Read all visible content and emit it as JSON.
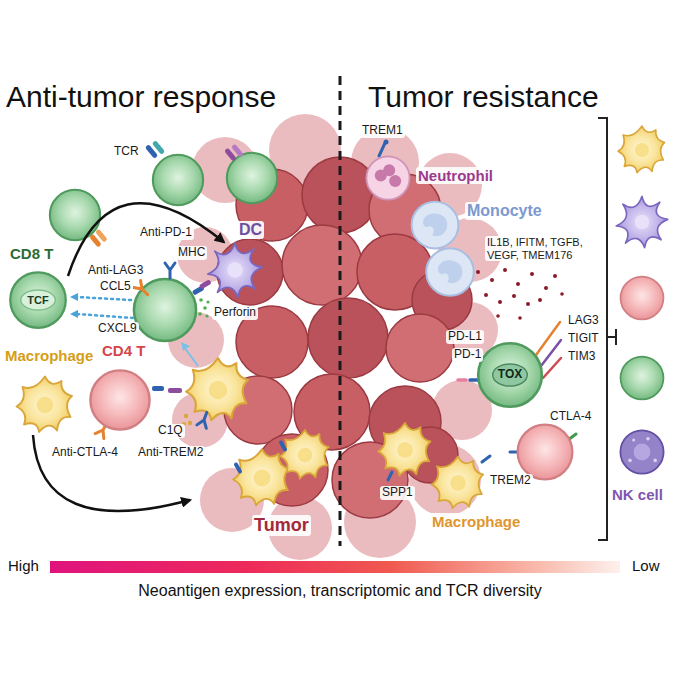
{
  "diagram": {
    "nodes": [
      {
        "text": [
          "CD8 T"
        ]
      },
      {
        "text": [
          "TCF"
        ],
        "in": 0
      },
      {
        "text": [
          "DC"
        ]
      },
      {
        "text": [
          "Macrophage"
        ]
      },
      {
        "text": [
          "CD4 T"
        ]
      },
      {
        "text": [
          "Tumor"
        ]
      },
      {
        "text": [
          "Neutrophil"
        ]
      },
      {
        "text": [
          "Monocyte"
        ]
      },
      {
        "text": [
          "TOX"
        ]
      },
      {
        "text": [
          "Macrophage"
        ]
      },
      {
        "text": [
          "NK cell"
        ]
      }
    ],
    "edges": [
      {
        "from": 0,
        "to": 2,
        "arrow": "to"
      },
      {
        "from": 3,
        "to": 5,
        "arrow": "to"
      }
    ],
    "labels": [
      "Anti-tumor response",
      "Tumor resistance",
      "TREM1",
      "TCR",
      "MHC",
      "Anti-PD-1",
      "Anti-LAG3",
      "IL1B, IFITM, TGFB, VEGF, TMEM176",
      "CCL5",
      "Perforin",
      "CXCL9",
      "PD-L1",
      "LAG3",
      "PD-1",
      "TIGIT",
      "TIM3",
      "CTLA-4",
      "C1Q",
      "Anti-TREM2",
      "Anti-CTLA-4",
      "TREM2",
      "SPP1",
      "High",
      "Low",
      "Neoantigen expression, transcriptomic and TCR diversity"
    ]
  }
}
